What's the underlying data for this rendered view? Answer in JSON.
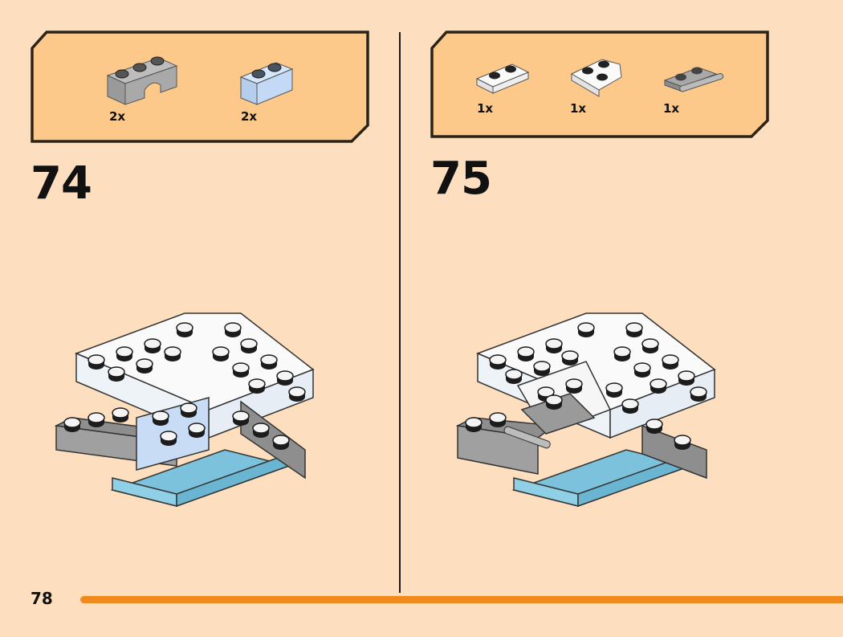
{
  "page_number": "78",
  "colors": {
    "background": "#FDDFBF",
    "parts_box": "#FDC98A",
    "accent_bar": "#F08A1C"
  },
  "steps": [
    {
      "number": "74",
      "parts": [
        {
          "icon": "gray-arch-1x3-icon",
          "qty": "2x"
        },
        {
          "icon": "light-blue-brick-1x2-icon",
          "qty": "2x"
        }
      ]
    },
    {
      "number": "75",
      "parts": [
        {
          "icon": "white-plate-1x2-icon",
          "qty": "1x"
        },
        {
          "icon": "white-wedge-plate-icon",
          "qty": "1x"
        },
        {
          "icon": "gray-plate-with-bar-handles-icon",
          "qty": "1x"
        }
      ]
    }
  ]
}
